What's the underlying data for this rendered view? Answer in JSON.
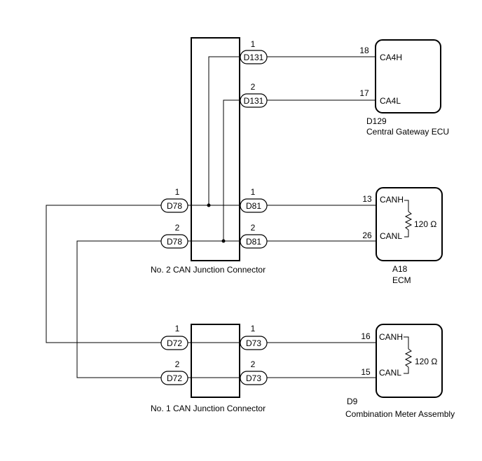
{
  "junction2": {
    "label": "No. 2 CAN Junction Connector",
    "d131_1": {
      "pin": "1",
      "conn": "D131"
    },
    "d131_2": {
      "pin": "2",
      "conn": "D131"
    },
    "d78_1": {
      "pin": "1",
      "conn": "D78"
    },
    "d78_2": {
      "pin": "2",
      "conn": "D78"
    },
    "d81_1": {
      "pin": "1",
      "conn": "D81"
    },
    "d81_2": {
      "pin": "2",
      "conn": "D81"
    }
  },
  "junction1": {
    "label": "No. 1 CAN Junction Connector",
    "d72_1": {
      "pin": "1",
      "conn": "D72"
    },
    "d72_2": {
      "pin": "2",
      "conn": "D72"
    },
    "d73_1": {
      "pin": "1",
      "conn": "D73"
    },
    "d73_2": {
      "pin": "2",
      "conn": "D73"
    }
  },
  "gateway": {
    "code": "D129",
    "name": "Central Gateway ECU",
    "high": {
      "pin": "18",
      "label": "CA4H"
    },
    "low": {
      "pin": "17",
      "label": "CA4L"
    }
  },
  "ecm": {
    "code": "A18",
    "name": "ECM",
    "high": {
      "pin": "13",
      "label": "CANH"
    },
    "low": {
      "pin": "26",
      "label": "CANL"
    },
    "resistor": "120 Ω"
  },
  "meter": {
    "code": "D9",
    "name": "Combination Meter Assembly",
    "high": {
      "pin": "16",
      "label": "CANH"
    },
    "low": {
      "pin": "15",
      "label": "CANL"
    },
    "resistor": "120 Ω"
  }
}
